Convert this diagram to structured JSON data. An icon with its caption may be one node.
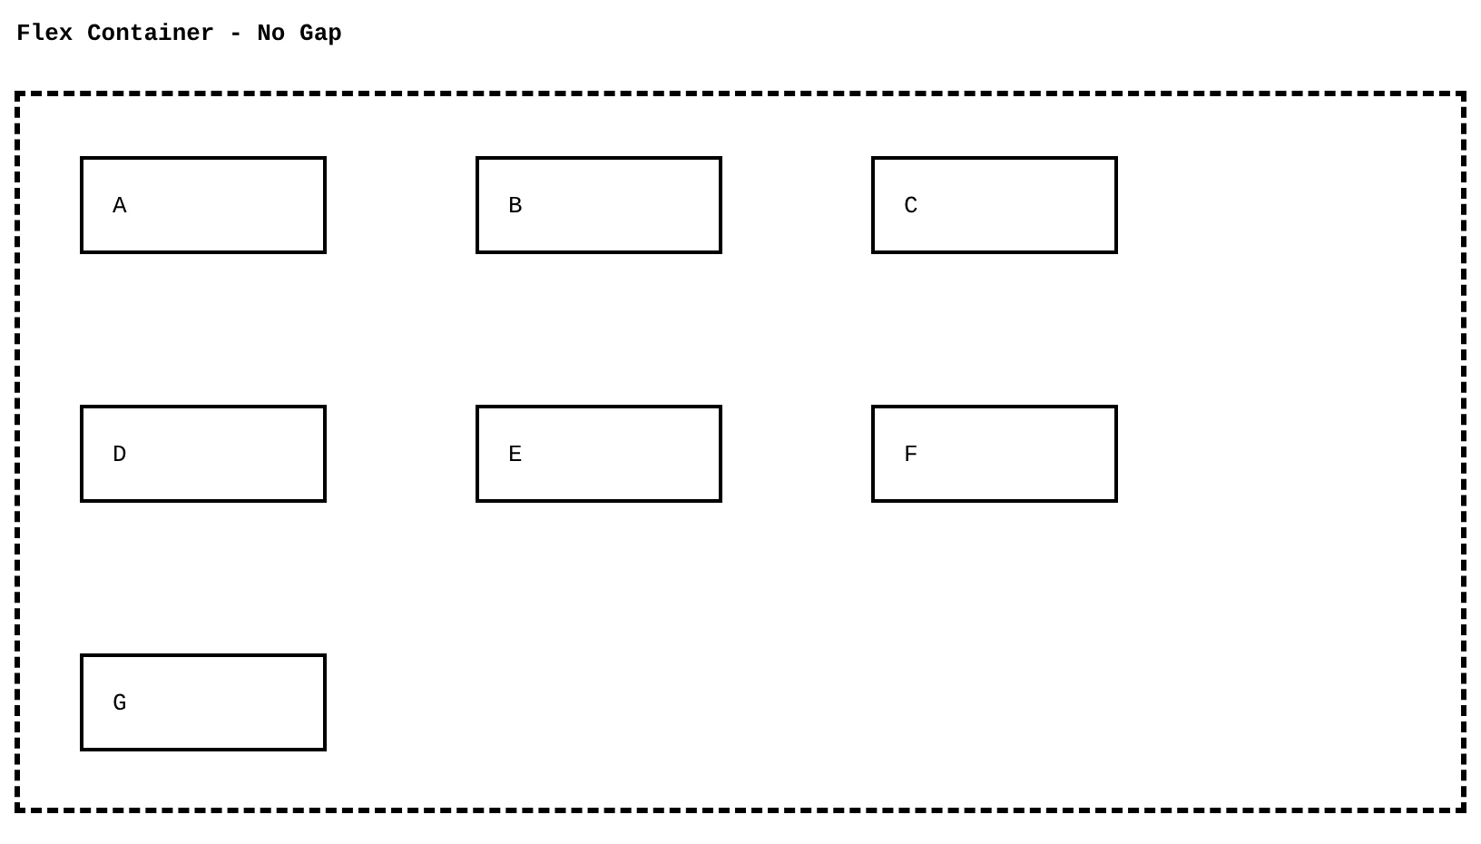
{
  "diagram": {
    "nodes": [
      {
        "text": [
          "Flex Container - No Gap"
        ]
      },
      {
        "text": [
          "A"
        ],
        "in": 0
      },
      {
        "text": [
          "B"
        ],
        "in": 0
      },
      {
        "text": [
          "C"
        ],
        "in": 0
      },
      {
        "text": [
          "D"
        ],
        "in": 0
      },
      {
        "text": [
          "E"
        ],
        "in": 0
      },
      {
        "text": [
          "F"
        ],
        "in": 0
      },
      {
        "text": [
          "G"
        ],
        "in": 0
      }
    ]
  }
}
